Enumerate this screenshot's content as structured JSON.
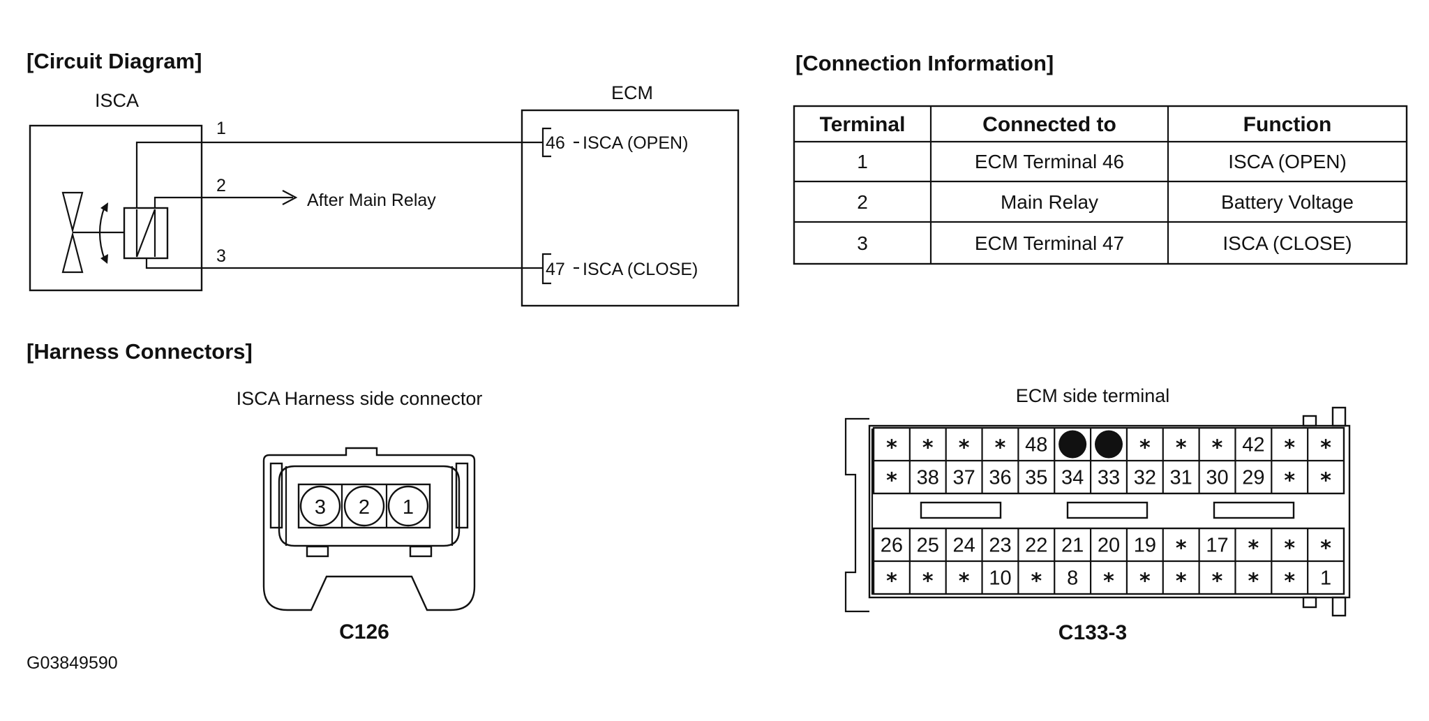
{
  "sections": {
    "circuit_diagram": "[Circuit Diagram]",
    "connection_information": "[Connection Information]",
    "harness_connectors": "[Harness Connectors]"
  },
  "circuit": {
    "isca_label": "ISCA",
    "ecm_label": "ECM",
    "wire_1": "1",
    "wire_2": "2",
    "wire_3": "3",
    "after_main_relay": "After Main Relay",
    "ecm_pin_open_num": "46",
    "ecm_pin_open_name": "ISCA (OPEN)",
    "ecm_pin_close_num": "47",
    "ecm_pin_close_name": "ISCA (CLOSE)"
  },
  "connection_table": {
    "headers": [
      "Terminal",
      "Connected to",
      "Function"
    ],
    "rows": [
      [
        "1",
        "ECM Terminal 46",
        "ISCA (OPEN)"
      ],
      [
        "2",
        "Main Relay",
        "Battery Voltage"
      ],
      [
        "3",
        "ECM Terminal 47",
        "ISCA (CLOSE)"
      ]
    ]
  },
  "isca_connector": {
    "title": "ISCA Harness side connector",
    "pins": [
      "3",
      "2",
      "1"
    ],
    "code": "C126"
  },
  "ecm_connector": {
    "title": "ECM side terminal",
    "row1": [
      "*",
      "*",
      "*",
      "*",
      "48",
      "●",
      "●",
      "*",
      "*",
      "*",
      "42",
      "*",
      "*"
    ],
    "row2": [
      "*",
      "38",
      "37",
      "36",
      "35",
      "34",
      "33",
      "32",
      "31",
      "30",
      "29",
      "*",
      "*"
    ],
    "row3": [
      "26",
      "25",
      "24",
      "23",
      "22",
      "21",
      "20",
      "19",
      "*",
      "17",
      "*",
      "*",
      "*"
    ],
    "row4": [
      "*",
      "*",
      "*",
      "10",
      "*",
      "8",
      "*",
      "*",
      "*",
      "*",
      "*",
      "*",
      "1"
    ],
    "code": "C133-3"
  },
  "figure_id": "G03849590"
}
